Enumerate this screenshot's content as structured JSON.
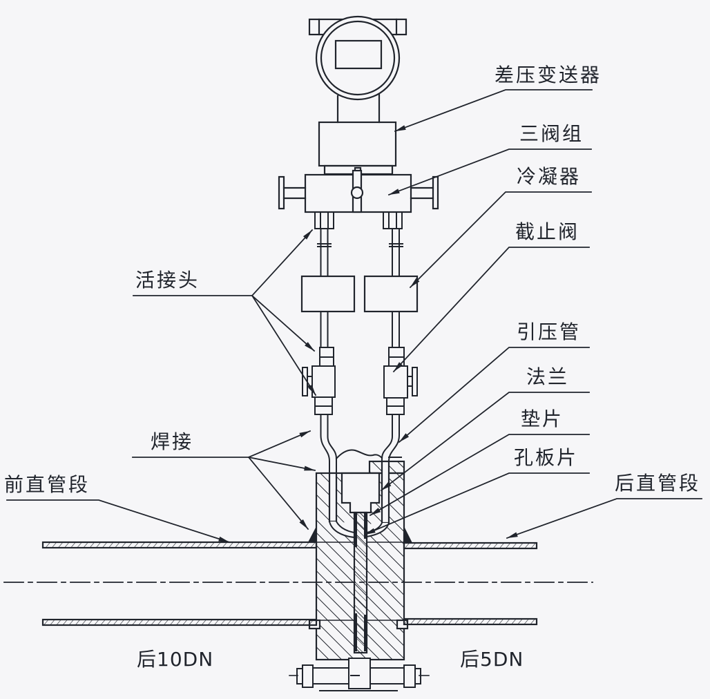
{
  "labels": {
    "transmitter": "差压变送器",
    "three_valve_manifold": "三阀组",
    "condenser": "冷凝器",
    "stop_valve": "截止阀",
    "union_joint": "活接头",
    "welding": "焊接",
    "impulse_pipe": "引压管",
    "flange": "法兰",
    "gasket": "垫片",
    "orifice_plate": "孔板片",
    "upstream_straight_pipe": "前直管段",
    "downstream_straight_pipe": "后直管段",
    "upstream_length": "后10DN",
    "downstream_length": "后5DN"
  },
  "colors": {
    "background": "#f6f6f8",
    "line": "#20242c",
    "text": "#20242c"
  }
}
